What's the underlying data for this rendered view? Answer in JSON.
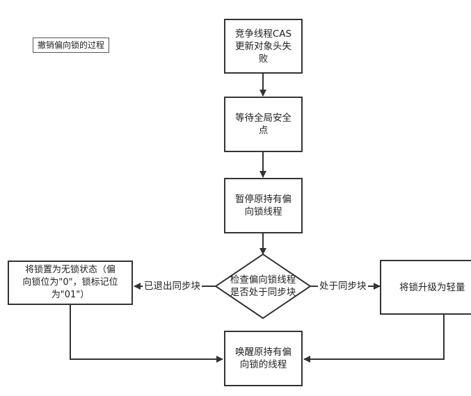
{
  "title_label": "撤销偏向锁的过程",
  "nodes": {
    "cas_fail": "竞争线程CAS\n更新对象头失\n败",
    "wait_safepoint": "等待全局安全\n点",
    "pause_thread": "暂停原持有偏\n向锁线程",
    "check_thread": "检查偏向锁线程\n是否处于同步块",
    "set_unlocked": "将锁置为无锁状态（偏\n向锁位为\"0\"，锁标记位\n为\"01\"）",
    "upgrade_light": "将锁升级为轻量",
    "wake_thread": "唤醒原持有偏\n向锁的线程"
  },
  "edges": {
    "exited_sync": "已退出同步块",
    "in_sync": "处于同步块"
  }
}
